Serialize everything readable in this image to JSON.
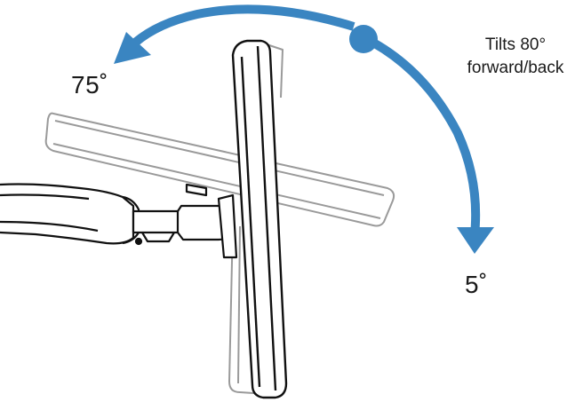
{
  "labels": {
    "angle_back": "75˚",
    "angle_forward": "5˚",
    "tilt_line1": "Tilts 80°",
    "tilt_line2": "forward/back"
  },
  "colors": {
    "arrow": "#3a85c1",
    "outline": "#111111",
    "ghost_outline": "#9a9a9a"
  },
  "icons": {
    "arrow_back": "arrowhead-left-icon",
    "arrow_forward": "arrowhead-down-icon",
    "pivot": "pivot-dot-icon"
  }
}
